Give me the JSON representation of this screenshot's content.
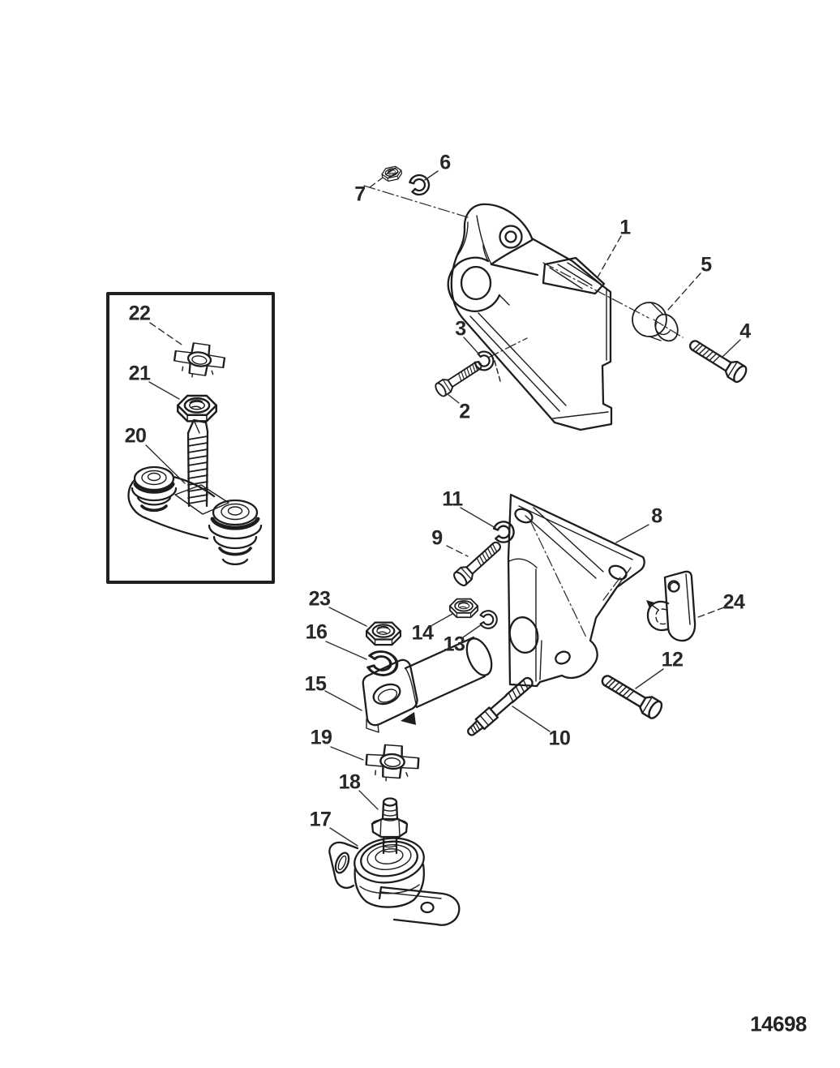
{
  "figure": {
    "drawing_number": "14698"
  },
  "callouts": {
    "1": "1",
    "2": "2",
    "3": "3",
    "4": "4",
    "5": "5",
    "6": "6",
    "7": "7",
    "8": "8",
    "9": "9",
    "10": "10",
    "11": "11",
    "12": "12",
    "13": "13",
    "14": "14",
    "15": "15",
    "16": "16",
    "17": "17",
    "18": "18",
    "19": "19",
    "20": "20",
    "21": "21",
    "22": "22",
    "23": "23",
    "24": "24"
  }
}
